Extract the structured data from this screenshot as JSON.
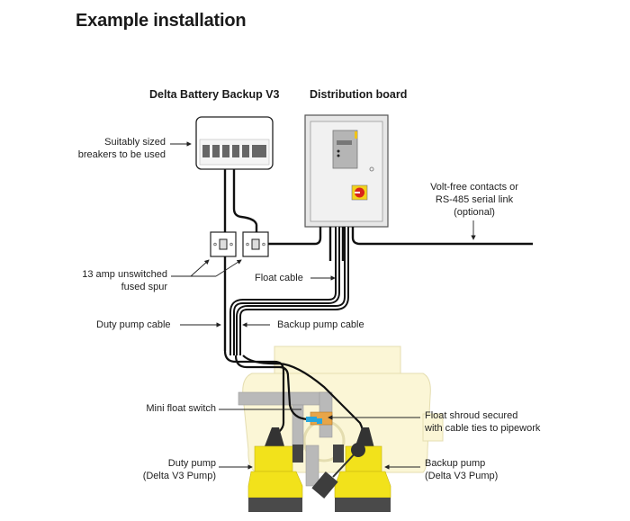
{
  "title": "Example installation",
  "headings": {
    "battery_backup": "Delta Battery Backup V3",
    "distribution_board": "Distribution board"
  },
  "labels": {
    "breakers": [
      "Suitably sized",
      "breakers to be used"
    ],
    "fused_spur": [
      "13 amp unswitched",
      "fused spur"
    ],
    "float_cable": "Float cable",
    "duty_pump_cable": "Duty pump cable",
    "backup_pump_cable": "Backup pump cable",
    "volt_free": [
      "Volt-free contacts or",
      "RS-485 serial link",
      "(optional)"
    ],
    "mini_float_switch": "Mini float switch",
    "float_shroud": [
      "Float shroud secured",
      "with cable ties to pipework"
    ],
    "duty_pump": [
      "Duty pump",
      "(Delta V3 Pump)"
    ],
    "backup_pump": [
      "Backup pump",
      "(Delta V3 Pump)"
    ]
  },
  "colors": {
    "pump_yellow": "#f2e21b",
    "tank_cream": "#fbf6d6",
    "pipe_grey": "#b9b9b9",
    "float_orange": "#e8a548",
    "float_blue": "#2aa6dc",
    "isolator_red": "#d9241c",
    "isolator_yellow": "#f3d21a",
    "cable_black": "#111111"
  }
}
